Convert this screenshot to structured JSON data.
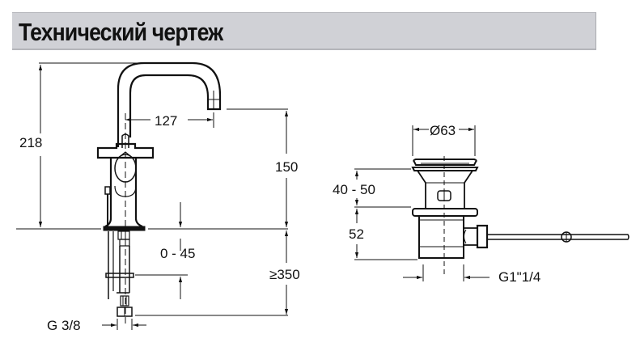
{
  "header": {
    "title": "Технический чертеж",
    "background_color": "#d0d1d6"
  },
  "faucet": {
    "dimensions": {
      "total_height": "218",
      "spout_reach": "127",
      "spout_height": "150",
      "deck_thickness": "0 - 45",
      "hose_length": "≥350",
      "connection": "G 3/8"
    }
  },
  "drain": {
    "dimensions": {
      "diameter": "Ø63",
      "adjustable_height": "40 - 50",
      "body_height": "52",
      "thread": "G1\"1/4"
    }
  },
  "colors": {
    "line": "#111111",
    "background": "#ffffff"
  }
}
